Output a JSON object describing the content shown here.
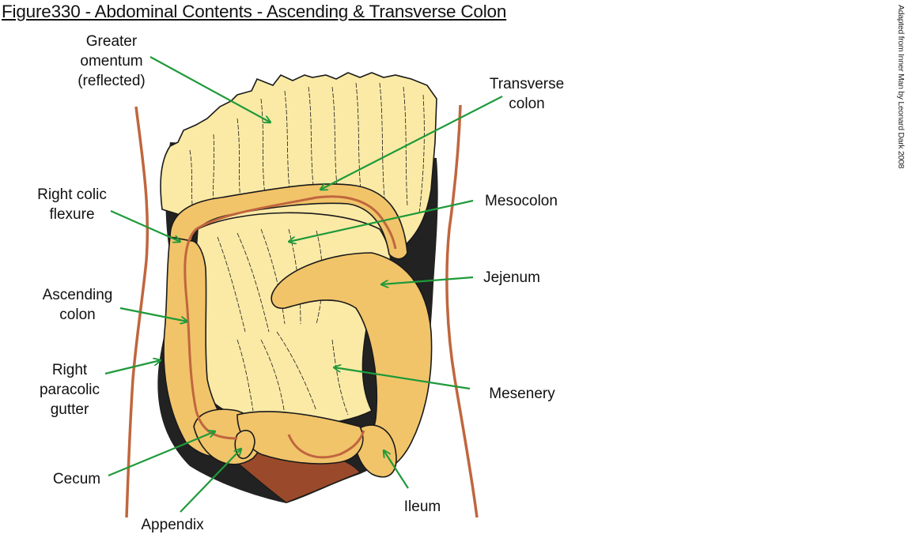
{
  "figure": {
    "title": "Figure330 - Abdominal Contents - Ascending & Transverse Colon",
    "credit": "Adapted from Inner Man by Leonard Dark 2008"
  },
  "colors": {
    "omentum": "#fbeaa6",
    "bowel": "#f1c46a",
    "outline": "#1a1a1a",
    "vessel": "#c0663e",
    "body_wall": "#c0663e",
    "pointer": "#1f9a3a",
    "shadow": "#222222",
    "pelvis": "#9a4a2a"
  },
  "labels": [
    {
      "id": "greater-omentum",
      "text": "Greater\nomentum\n(reflected)"
    },
    {
      "id": "transverse-colon",
      "text": "Transverse\ncolon"
    },
    {
      "id": "right-colic-flexure",
      "text": "Right colic\nflexure"
    },
    {
      "id": "mesocolon",
      "text": "Mesocolon"
    },
    {
      "id": "jejenum",
      "text": "Jejenum"
    },
    {
      "id": "ascending-colon",
      "text": "Ascending\ncolon"
    },
    {
      "id": "right-paracolic-gutter",
      "text": "Right\nparacolic\ngutter"
    },
    {
      "id": "mesenery",
      "text": "Mesenery"
    },
    {
      "id": "cecum",
      "text": "Cecum"
    },
    {
      "id": "ileum",
      "text": "Ileum"
    },
    {
      "id": "appendix",
      "text": "Appendix"
    }
  ]
}
